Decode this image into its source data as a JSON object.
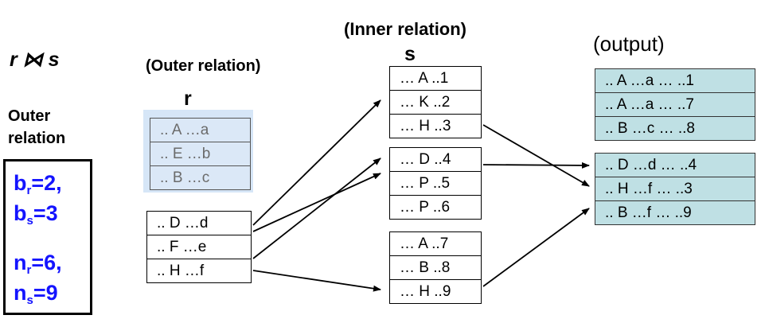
{
  "title_partial": "",
  "expression": "r ⋈ s",
  "outer_label": [
    "Outer",
    "relation"
  ],
  "stats": [
    {
      "key": "b",
      "sub": "r",
      "val": "=2,"
    },
    {
      "key": "b",
      "sub": "s",
      "val": "=3"
    },
    {
      "key": "n",
      "sub": "r",
      "val": "=6,"
    },
    {
      "key": "n",
      "sub": "s",
      "val": "=9"
    }
  ],
  "outer_relation": {
    "header": "(Outer relation)",
    "name": "r",
    "block_cached": [
      ".. A …a",
      ".. E …b",
      ".. B …c"
    ],
    "block_current": [
      ".. D …d",
      ".. F …e",
      ".. H …f"
    ]
  },
  "inner_relation": {
    "header": "(Inner relation)",
    "name": "s",
    "blocks": [
      [
        "… A ..1",
        "… K ..2",
        "… H ..3"
      ],
      [
        "… D ..4",
        "… P ..5",
        "… P ..6"
      ],
      [
        "… A ..7",
        "… B ..8",
        "… H ..9"
      ]
    ]
  },
  "output": {
    "header": "(output)",
    "blocks": [
      [
        ".. A …a … ..1",
        ".. A …a … ..7",
        ".. B …c … ..8"
      ],
      [
        ".. D …d … ..4",
        ".. H …f … ..3",
        ".. B …f … ..9"
      ]
    ]
  }
}
